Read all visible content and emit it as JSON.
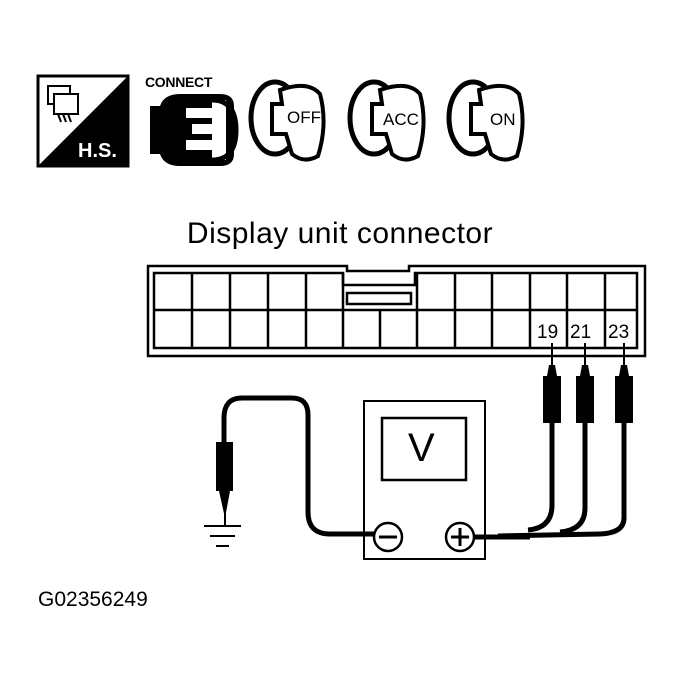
{
  "icons": [
    {
      "name": "hood-switch-icon",
      "label": "H.S."
    },
    {
      "name": "connect-icon",
      "label": "CONNECT"
    },
    {
      "name": "ignition-off-icon",
      "label": "OFF"
    },
    {
      "name": "ignition-acc-icon",
      "label": "ACC"
    },
    {
      "name": "ignition-on-icon",
      "label": "ON"
    }
  ],
  "connector": {
    "title": "Display unit connector",
    "pins": [
      "19",
      "21",
      "23"
    ]
  },
  "meter": {
    "display": "V",
    "negative_terminal": "−",
    "positive_terminal": "+"
  },
  "ground_symbol": "ground-icon",
  "figure_code": "G02356249",
  "colors": {
    "ink": "#000000",
    "background": "#ffffff"
  }
}
